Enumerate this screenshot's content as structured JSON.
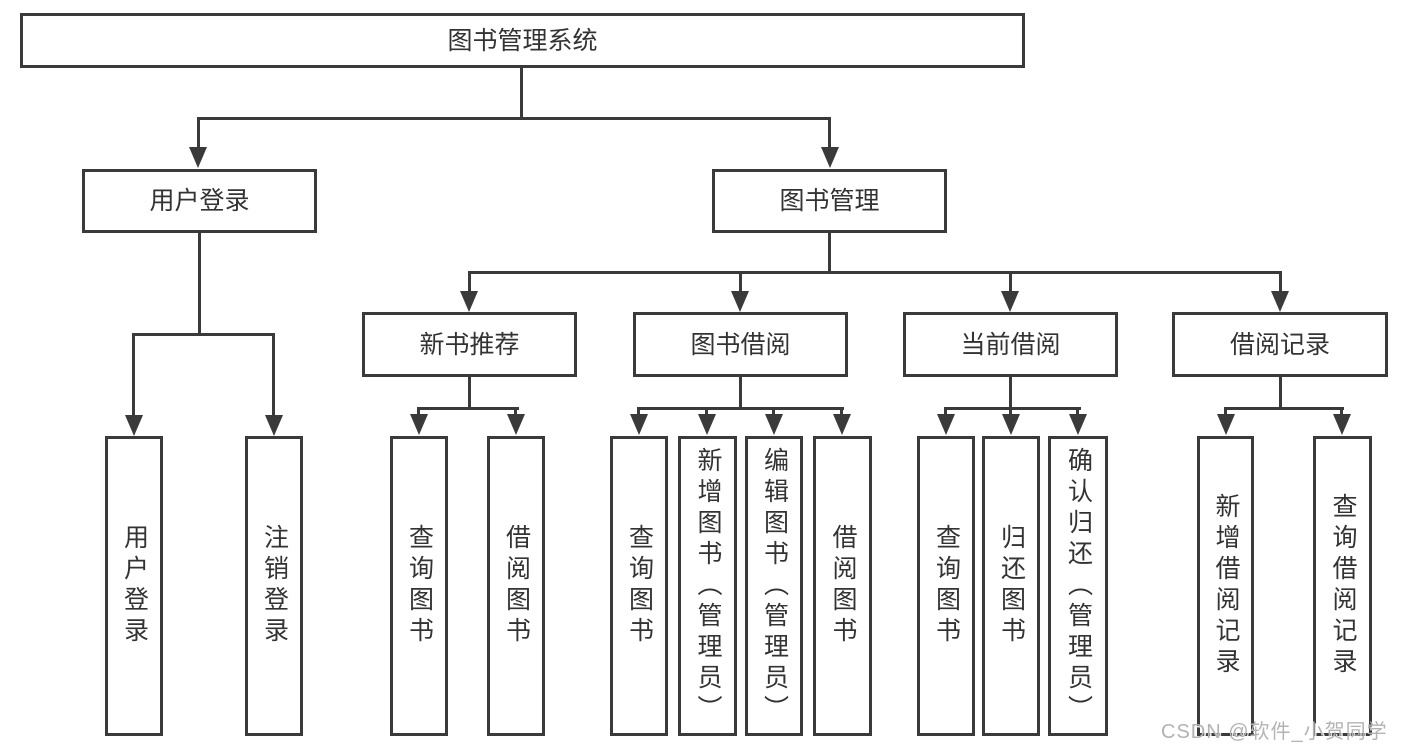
{
  "colors": {
    "line": "#3a3a3a",
    "text": "#333333",
    "box_bg": "#ffffff",
    "canvas_bg": "#ffffff",
    "watermark": "#b3b3b3"
  },
  "diagram": {
    "root": {
      "label": "图书管理系统",
      "children": [
        {
          "label": "用户登录",
          "children": [
            {
              "label": "用户登录"
            },
            {
              "label": "注销登录"
            }
          ]
        },
        {
          "label": "图书管理",
          "children": [
            {
              "label": "新书推荐",
              "children": [
                {
                  "label": "查询图书"
                },
                {
                  "label": "借阅图书"
                }
              ]
            },
            {
              "label": "图书借阅",
              "children": [
                {
                  "label": "查询图书"
                },
                {
                  "label": "新增图书（管理员）"
                },
                {
                  "label": "编辑图书（管理员）"
                },
                {
                  "label": "借阅图书"
                }
              ]
            },
            {
              "label": "当前借阅",
              "children": [
                {
                  "label": "查询图书"
                },
                {
                  "label": "归还图书"
                },
                {
                  "label": "确认归还（管理员）"
                }
              ]
            },
            {
              "label": "借阅记录",
              "children": [
                {
                  "label": "新增借阅记录"
                },
                {
                  "label": "查询借阅记录"
                }
              ]
            }
          ]
        }
      ]
    }
  },
  "watermark": {
    "text": "CSDN @软件_小贺同学"
  }
}
